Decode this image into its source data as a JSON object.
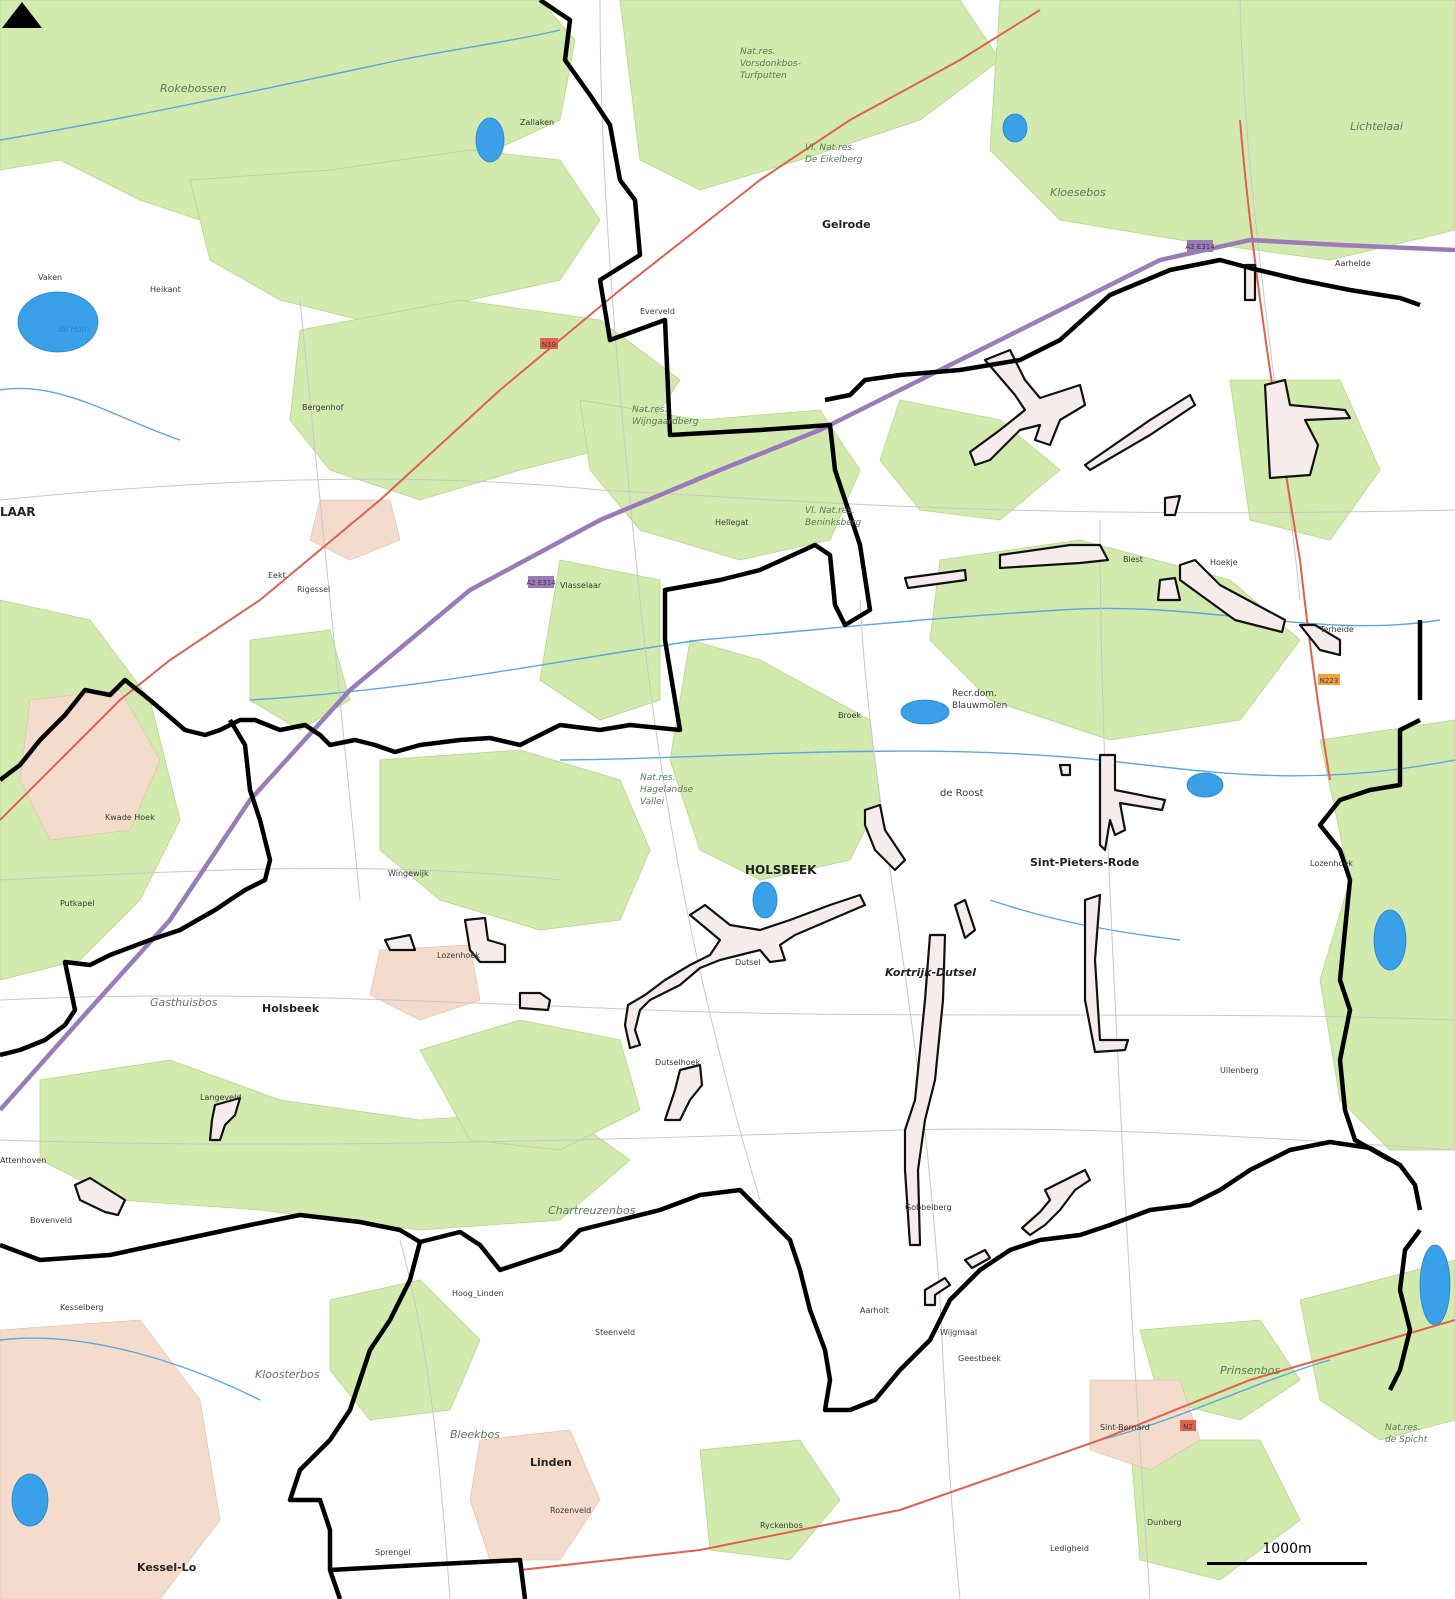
{
  "places": [
    {
      "id": "holsbeek-caps",
      "text": "HOLSBEEK",
      "kind": "town"
    },
    {
      "id": "holsbeek",
      "text": "Holsbeek",
      "kind": "town"
    },
    {
      "id": "sint-pieters-rode",
      "text": "Sint-Pieters-Rode",
      "kind": "town"
    },
    {
      "id": "kortrijk-dutsel",
      "text": "Kortrijk-Dutsel",
      "kind": "town"
    },
    {
      "id": "gelrode",
      "text": "Gelrode",
      "kind": "town"
    },
    {
      "id": "linden",
      "text": "Linden",
      "kind": "town"
    },
    {
      "id": "kessel-lo",
      "text": "Kessel-Lo",
      "kind": "town"
    },
    {
      "id": "laar",
      "text": "LAAR",
      "kind": "town"
    },
    {
      "id": "rokebossen",
      "text": "Rokebossen",
      "kind": "nature"
    },
    {
      "id": "lichtelaai",
      "text": "Lichtelaai",
      "kind": "nature"
    },
    {
      "id": "kloesebos",
      "text": "Kloesebos",
      "kind": "nature"
    },
    {
      "id": "gasthuisbos",
      "text": "Gasthuisbos",
      "kind": "nature"
    },
    {
      "id": "chartreuzenbos",
      "text": "Chartreuzenbos",
      "kind": "nature"
    },
    {
      "id": "kloosterbos",
      "text": "Kloosterbos",
      "kind": "nature"
    },
    {
      "id": "bleekbos",
      "text": "Bleekbos",
      "kind": "nature"
    },
    {
      "id": "prinsenbos",
      "text": "Prinsenbos",
      "kind": "nature"
    },
    {
      "id": "de-roost",
      "text": "de Roost",
      "kind": "place"
    },
    {
      "id": "nat-vorsdonk-1",
      "text": "Nat.res.",
      "kind": "nature"
    },
    {
      "id": "nat-vorsdonk-2",
      "text": "Vorsdonkbos-",
      "kind": "nature"
    },
    {
      "id": "nat-vorsdonk-3",
      "text": "Turfputten",
      "kind": "nature"
    },
    {
      "id": "nat-eikelberg-1",
      "text": "Vl. Nat.res.",
      "kind": "nature"
    },
    {
      "id": "nat-eikelberg-2",
      "text": "De Eikelberg",
      "kind": "nature"
    },
    {
      "id": "nat-wijngaard-1",
      "text": "Nat.res.",
      "kind": "nature"
    },
    {
      "id": "nat-wijngaard-2",
      "text": "Wijngaardberg",
      "kind": "nature"
    },
    {
      "id": "nat-beninks-1",
      "text": "Vl. Nat.res.",
      "kind": "nature"
    },
    {
      "id": "nat-beninks-2",
      "text": "Beninksberg",
      "kind": "nature"
    },
    {
      "id": "nat-hageland-1",
      "text": "Nat.res.",
      "kind": "nature"
    },
    {
      "id": "nat-hageland-2",
      "text": "Hagelandse",
      "kind": "nature"
    },
    {
      "id": "nat-hageland-3",
      "text": "Vallei",
      "kind": "nature"
    },
    {
      "id": "nat-spicht-1",
      "text": "Nat.res.",
      "kind": "nature"
    },
    {
      "id": "nat-spicht-2",
      "text": "de Spicht",
      "kind": "nature"
    },
    {
      "id": "recr-1",
      "text": "Recr.dom.",
      "kind": "place"
    },
    {
      "id": "recr-2",
      "text": "Blauwmolen",
      "kind": "place"
    },
    {
      "id": "de-hom",
      "text": "de Hom",
      "kind": "water"
    },
    {
      "id": "everveld",
      "text": "Everveld",
      "kind": "place"
    },
    {
      "id": "bergenhof",
      "text": "Bergenhof",
      "kind": "place"
    },
    {
      "id": "lozenhoek",
      "text": "Lozenhoek",
      "kind": "place"
    },
    {
      "id": "dutselhoek",
      "text": "Dutselhoek",
      "kind": "place"
    },
    {
      "id": "dutsel",
      "text": "Dutsel",
      "kind": "place"
    },
    {
      "id": "nieuwrode",
      "text": "Biest",
      "kind": "place"
    },
    {
      "id": "hoekje",
      "text": "Hoekje",
      "kind": "place"
    },
    {
      "id": "terheide",
      "text": "Terheide",
      "kind": "place"
    },
    {
      "id": "lozenhoek-e",
      "text": "Lozenhoek",
      "kind": "place"
    },
    {
      "id": "ullenberg",
      "text": "Ullenberg",
      "kind": "place"
    },
    {
      "id": "gobbelberg",
      "text": "Gobbelberg",
      "kind": "place"
    },
    {
      "id": "geestbeek",
      "text": "Geestbeek",
      "kind": "place"
    },
    {
      "id": "sint-bernard",
      "text": "Sint-Bernard",
      "kind": "place"
    },
    {
      "id": "steenveld",
      "text": "Steenveld",
      "kind": "place"
    },
    {
      "id": "rozenveld",
      "text": "Rozenveld",
      "kind": "place"
    },
    {
      "id": "hoog-linden",
      "text": "Hoog_Linden",
      "kind": "place"
    },
    {
      "id": "vaken",
      "text": "Vaken",
      "kind": "place"
    },
    {
      "id": "heikant",
      "text": "Heikant",
      "kind": "place"
    },
    {
      "id": "kwade-hoek",
      "text": "Kwade Hoek",
      "kind": "place"
    },
    {
      "id": "putkapel",
      "text": "Putkapel",
      "kind": "place"
    },
    {
      "id": "attenhoven",
      "text": "Attenhoven",
      "kind": "place"
    },
    {
      "id": "bovenveld",
      "text": "Bovenveld",
      "kind": "place"
    },
    {
      "id": "kesselberg",
      "text": "Kesselberg",
      "kind": "place"
    },
    {
      "id": "wingewijk",
      "text": "Wingewijk",
      "kind": "place"
    },
    {
      "id": "vlasselaar",
      "text": "Vlasselaar",
      "kind": "place"
    },
    {
      "id": "rigessel",
      "text": "Rigessel",
      "kind": "place"
    },
    {
      "id": "eikt",
      "text": "Eekt",
      "kind": "place"
    },
    {
      "id": "dunberg",
      "text": "Dunberg",
      "kind": "place"
    },
    {
      "id": "ledigheid",
      "text": "Ledigheid",
      "kind": "place"
    },
    {
      "id": "sprengel",
      "text": "Sprengel",
      "kind": "place"
    },
    {
      "id": "ryckenbos",
      "text": "Ryckenbos",
      "kind": "place"
    },
    {
      "id": "langeveld",
      "text": "Langeveld",
      "kind": "place"
    },
    {
      "id": "aarhelde",
      "text": "Aarhelde",
      "kind": "place"
    },
    {
      "id": "heiligat",
      "text": "Hellegat",
      "kind": "place"
    },
    {
      "id": "zallaken",
      "text": "Zallaken",
      "kind": "place"
    },
    {
      "id": "wijgmaal",
      "text": "Wijgmaal",
      "kind": "place"
    },
    {
      "id": "broek",
      "text": "Broek",
      "kind": "place"
    },
    {
      "id": "aaarholt",
      "text": "Aarholt",
      "kind": "place"
    }
  ],
  "roads": [
    {
      "id": "a2-1",
      "text": "A2 E314"
    },
    {
      "id": "a2-2",
      "text": "A2 E314"
    },
    {
      "id": "n19",
      "text": "N19"
    },
    {
      "id": "n2",
      "text": "N2"
    },
    {
      "id": "n223",
      "text": "N223"
    }
  ],
  "scale": {
    "label": "1000m",
    "meters": 1000
  },
  "colors": {
    "forest": "#cfe8a8",
    "forest_dark": "#b8dc8c",
    "water": "#3aa0e8",
    "motorway": "#9a7ab8",
    "main_road": "#e06050",
    "boundary": "#000000",
    "zone_fill": "#fbeee6",
    "built": "#f3d8c8"
  },
  "icons": [
    "north-arrow-icon"
  ]
}
